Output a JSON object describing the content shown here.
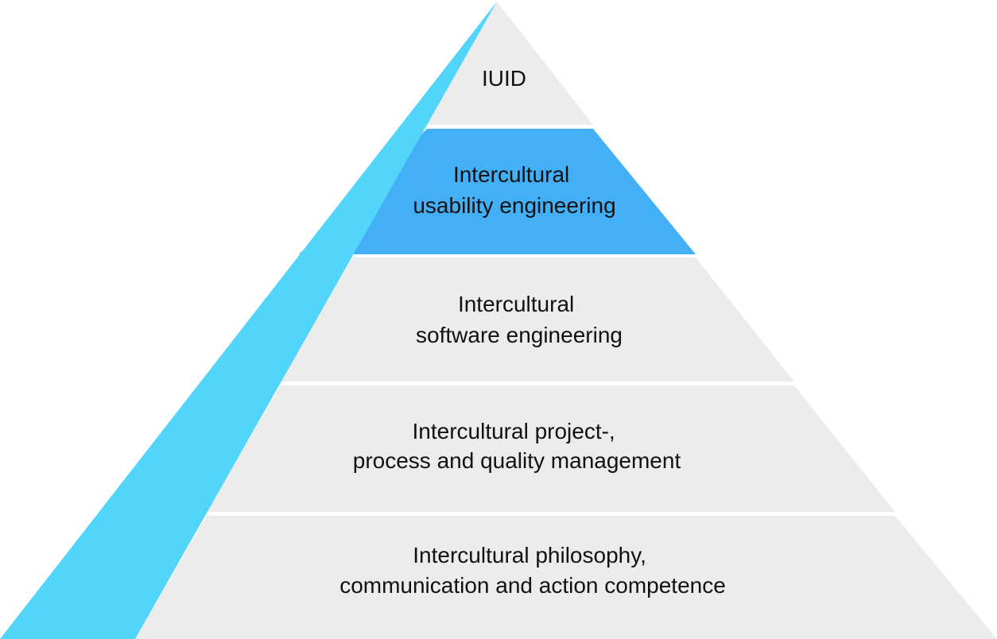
{
  "colors": {
    "layer_fill": "#ececec",
    "highlight_fill": "#42aff7",
    "side_fill": "#52d5fa",
    "gap_color": "#ffffff",
    "text_color": "#111111"
  },
  "layers": [
    {
      "lines": [
        "IUID"
      ],
      "highlight": false
    },
    {
      "lines": [
        "Intercultural",
        "usability engineering"
      ],
      "highlight": true
    },
    {
      "lines": [
        "Intercultural",
        "software engineering"
      ],
      "highlight": false
    },
    {
      "lines": [
        "Intercultural project-,",
        "process and quality management"
      ],
      "highlight": false
    },
    {
      "lines": [
        "Intercultural philosophy,",
        "communication and action competence"
      ],
      "highlight": false
    }
  ]
}
